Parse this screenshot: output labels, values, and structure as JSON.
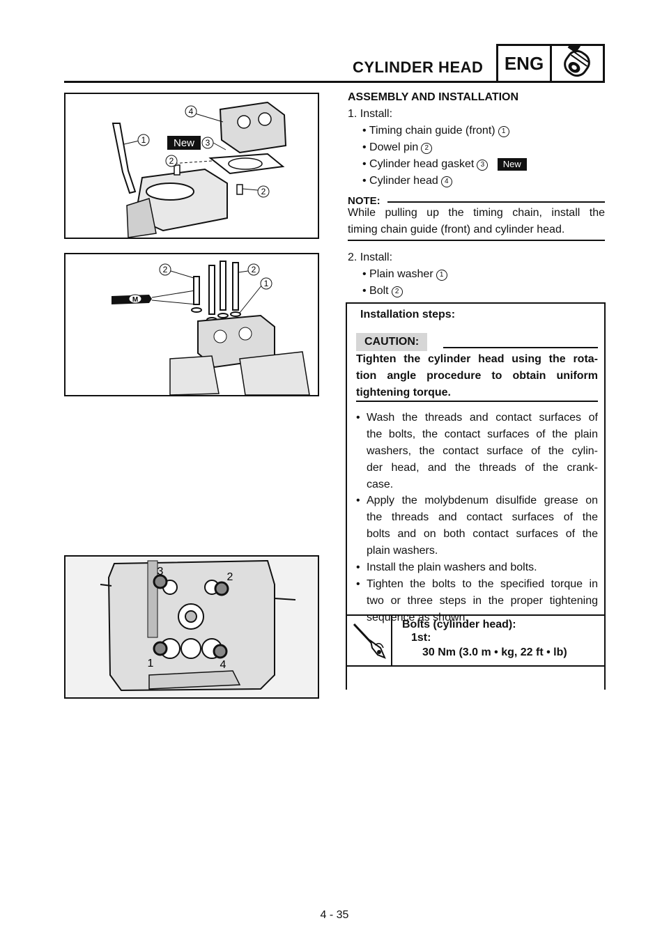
{
  "header": {
    "title": "CYLINDER HEAD",
    "section": "ENG"
  },
  "figures": {
    "fig1": {
      "badge": "New",
      "callouts": [
        "1",
        "2",
        "3",
        "4",
        "2"
      ]
    },
    "fig2": {
      "callouts": [
        "2",
        "2",
        "1"
      ],
      "grease_mark": "M"
    },
    "fig3": {
      "callouts": [
        "3",
        "2",
        "1",
        "4"
      ]
    }
  },
  "assembly": {
    "heading": "ASSEMBLY AND INSTALLATION",
    "step1": {
      "label": "1.  Install:",
      "items": [
        {
          "text": "Timing chain guide (front)",
          "ref": "1"
        },
        {
          "text": "Dowel pin",
          "ref": "2"
        },
        {
          "text": "Cylinder head gasket",
          "ref": "3",
          "badge": "New"
        },
        {
          "text": "Cylinder head",
          "ref": "4"
        }
      ]
    },
    "note": {
      "label": "NOTE:",
      "line1": "While pulling up the timing chain, install the",
      "line2": "timing chain guide (front) and cylinder head."
    },
    "step2": {
      "label": "2.  Install:",
      "items": [
        {
          "text": "Plain washer",
          "ref": "1"
        },
        {
          "text": "Bolt",
          "ref": "2"
        }
      ]
    }
  },
  "install_steps": {
    "heading": "Installation steps:",
    "caution_label": "CAUTION:",
    "caution_lines": [
      "Tighten the cylinder head using the rota-",
      "tion angle procedure to obtain uniform",
      "tightening torque."
    ],
    "bullets": [
      [
        "Wash the threads and contact surfaces of",
        "the bolts, the contact surfaces of the plain",
        "washers, the contact surface of the cylin-",
        "der head, and the threads of the crank-",
        "case."
      ],
      [
        "Apply the molybdenum disulfide grease on",
        "the threads and contact surfaces of the",
        "bolts and on both contact surfaces of the",
        "plain washers."
      ],
      [
        "Install the plain washers and bolts."
      ],
      [
        "Tighten the bolts to the specified torque in",
        "two or three steps in the proper tightening",
        "sequence as shown."
      ]
    ],
    "torque": {
      "title": "Bolts (cylinder head):",
      "step": "1st:",
      "value": "30 Nm (3.0 m • kg, 22 ft • lb)"
    }
  },
  "footer": {
    "page": "4 - 35"
  }
}
